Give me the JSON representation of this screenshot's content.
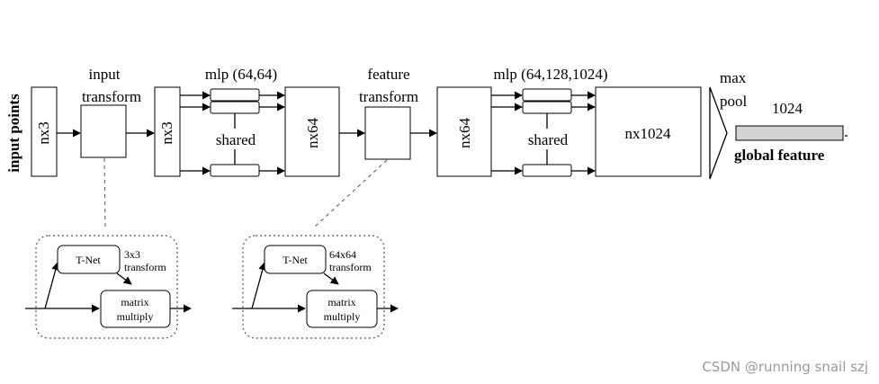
{
  "labels": {
    "input_points": "input points",
    "nx3_a": "nx3",
    "input_transform_line1": "input",
    "input_transform_line2": "transform",
    "nx3_b": "nx3",
    "mlp1": "mlp (64,64)",
    "shared1": "shared",
    "nx64_a": "nx64",
    "feature_transform_line1": "feature",
    "feature_transform_line2": "transform",
    "nx64_b": "nx64",
    "mlp2": "mlp (64,128,1024)",
    "shared2": "shared",
    "nx1024": "nx1024",
    "maxpool_line1": "max",
    "maxpool_line2": "pool",
    "feature_size": "1024",
    "global_feature": "global feature"
  },
  "tnet1": {
    "tnet": "T-Net",
    "transform_line1": "3x3",
    "transform_line2": "transform",
    "matrix_line1": "matrix",
    "matrix_line2": "multiply"
  },
  "tnet2": {
    "tnet": "T-Net",
    "transform_line1": "64x64",
    "transform_line2": "transform",
    "matrix_line1": "matrix",
    "matrix_line2": "multiply"
  },
  "watermark": "CSDN @running snail szj",
  "colors": {
    "global_feature_bar": "#d3d3d3",
    "stroke": "#000000",
    "watermark": "#9a9a9a"
  }
}
